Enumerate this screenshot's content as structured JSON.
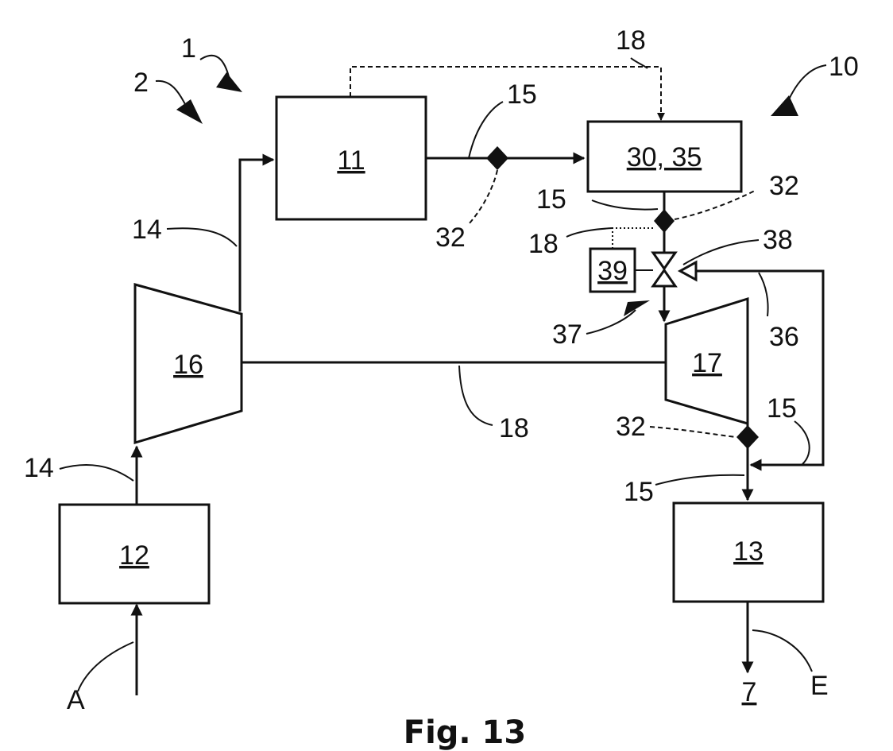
{
  "figure": {
    "caption": "Fig. 13",
    "blocks": {
      "b11": "11",
      "b12": "12",
      "b13": "13",
      "b16": "16",
      "b17": "17",
      "b30": "30, 35",
      "b39": "39"
    },
    "labels": {
      "l1": "1",
      "l2": "2",
      "l10": "10",
      "l18_top": "18",
      "l15_top": "15",
      "l32_top": "32",
      "l15_mid": "15",
      "l32_mid": "32",
      "l18_mid": "18",
      "l38": "38",
      "l36": "36",
      "l37": "37",
      "l14_upper": "14",
      "l14_lower": "14",
      "l18_shaft": "18",
      "l32_low": "32",
      "l15_right": "15",
      "l15_low": "15",
      "lA": "A",
      "l7": "7",
      "lE": "E"
    }
  }
}
